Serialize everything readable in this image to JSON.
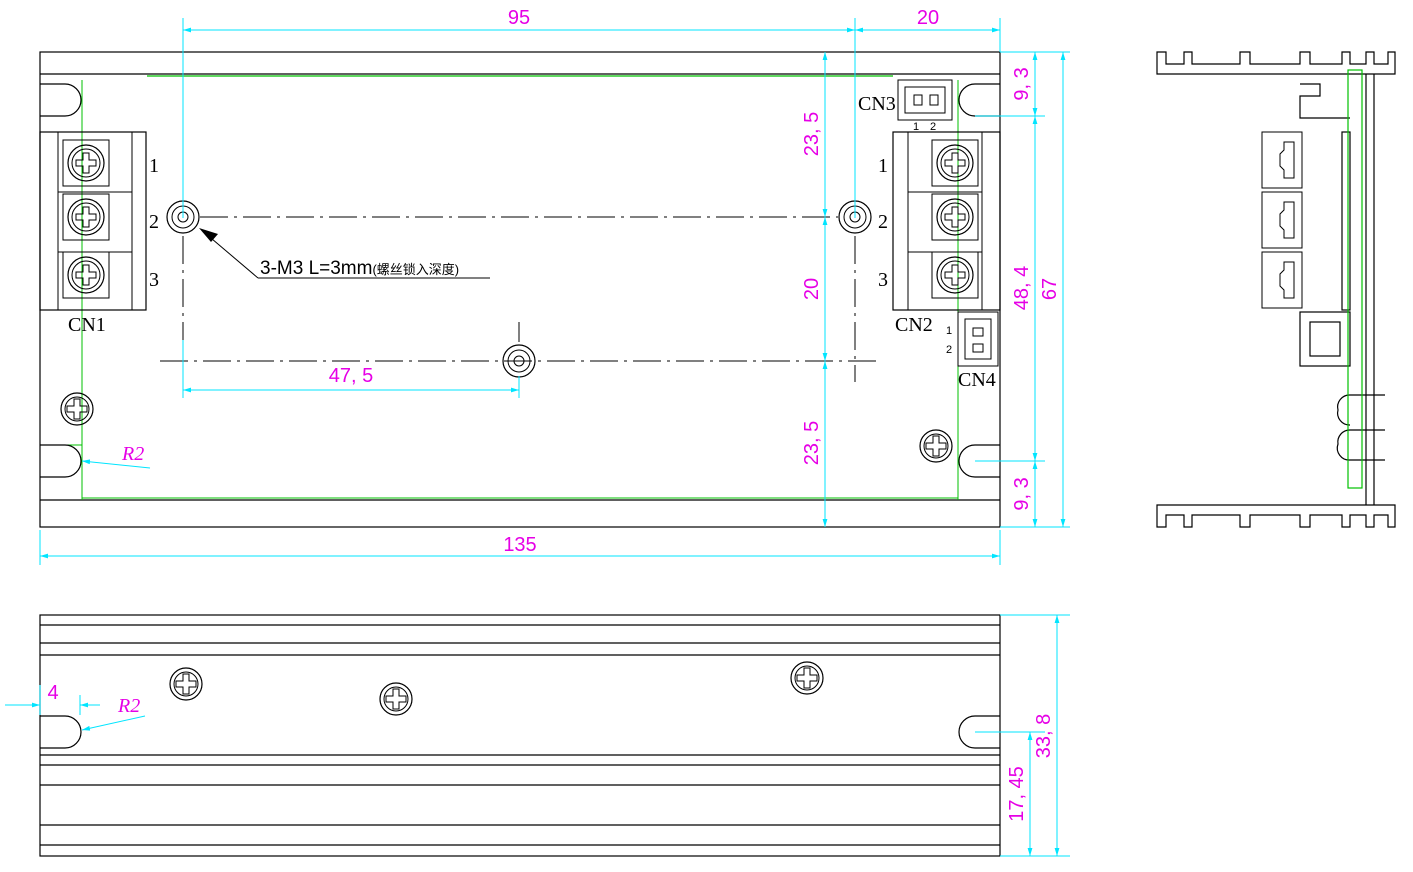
{
  "colors": {
    "outline": "#000000",
    "dimension": "#00e5ff",
    "dimension_text": "#e600e6",
    "pcb": "#00c000"
  },
  "dimensions": {
    "top_95": "95",
    "top_20": "20",
    "v_23_5_upper": "23, 5",
    "v_20": "20",
    "v_23_5_lower": "23, 5",
    "h_47_5": "47, 5",
    "v_9_3_top": "9, 3",
    "v_48_4": "48, 4",
    "v_67": "67",
    "v_9_3_bottom": "9, 3",
    "width_135": "135",
    "radius_top": "R2",
    "slot_4": "4",
    "radius_bottom": "R2",
    "v_33_8": "33, 8",
    "v_17_45": "17, 45"
  },
  "connectors": {
    "cn1": "CN1",
    "cn2": "CN2",
    "cn3": "CN3",
    "cn4": "CN4",
    "pin1": "1",
    "pin2": "2",
    "pin3": "3"
  },
  "annotations": {
    "mount_hole_prefix": "3-M3  L=3mm",
    "mount_hole_note": "(螺丝锁入深度)"
  },
  "icons": [
    "screw-head-icon",
    "terminal-screw-icon",
    "mounting-hole-icon"
  ]
}
